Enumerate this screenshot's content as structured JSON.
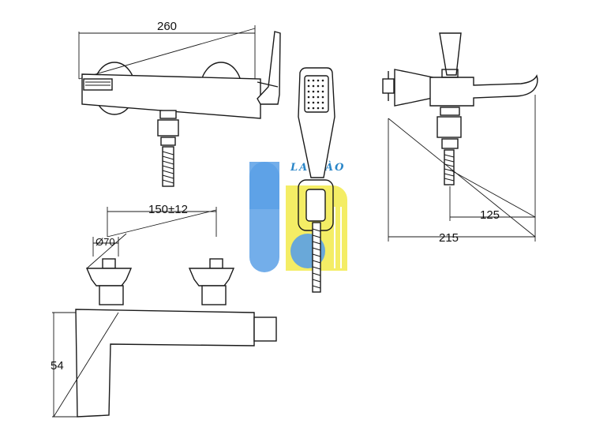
{
  "dimensions": {
    "top_width": "260",
    "spacing": "150±12",
    "handle_diameter": "Ø70",
    "height": "54",
    "depth_inner": "125",
    "depth_outer": "215"
  },
  "watermark": {
    "text": "LA HÀO",
    "colors": {
      "blue": "#5aa0e6",
      "yellow": "#f2ea4a"
    }
  }
}
